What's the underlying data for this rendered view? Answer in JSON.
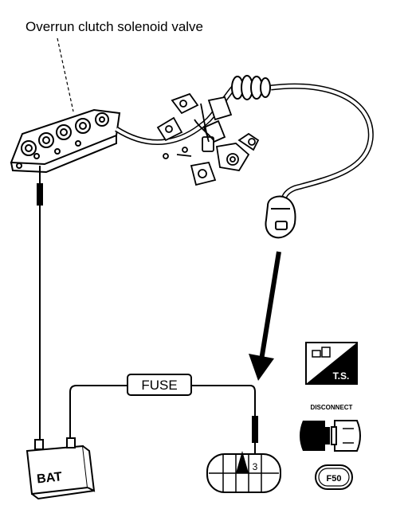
{
  "diagram": {
    "title": "Overrun clutch solenoid valve",
    "fuse_label": "FUSE",
    "battery_label": "BAT",
    "terminal_number": "3",
    "icons": {
      "ts": {
        "label": "T.S.",
        "icon": "ts-tool-icon"
      },
      "disconnect": {
        "label": "DISCONNECT",
        "icon": "disconnect-connector-icon"
      },
      "connector_code": {
        "label": "F50",
        "icon": "connector-code-badge"
      }
    }
  }
}
